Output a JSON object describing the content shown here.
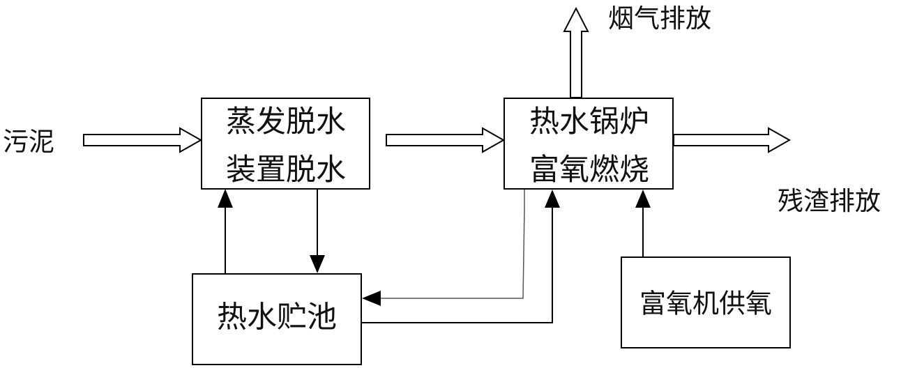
{
  "labels": {
    "sludge": "污泥",
    "evaporation_line1": "蒸发脱水",
    "evaporation_line2": "装置脱水",
    "boiler_line1": "热水锅炉",
    "boiler_line2": "富氧燃烧",
    "flue_gas": "烟气排放",
    "residue": "残渣排放",
    "hot_water_tank": "热水贮池",
    "oxygen_supply": "富氧机供氧"
  },
  "colors": {
    "stroke": "#000000",
    "background": "#ffffff"
  }
}
